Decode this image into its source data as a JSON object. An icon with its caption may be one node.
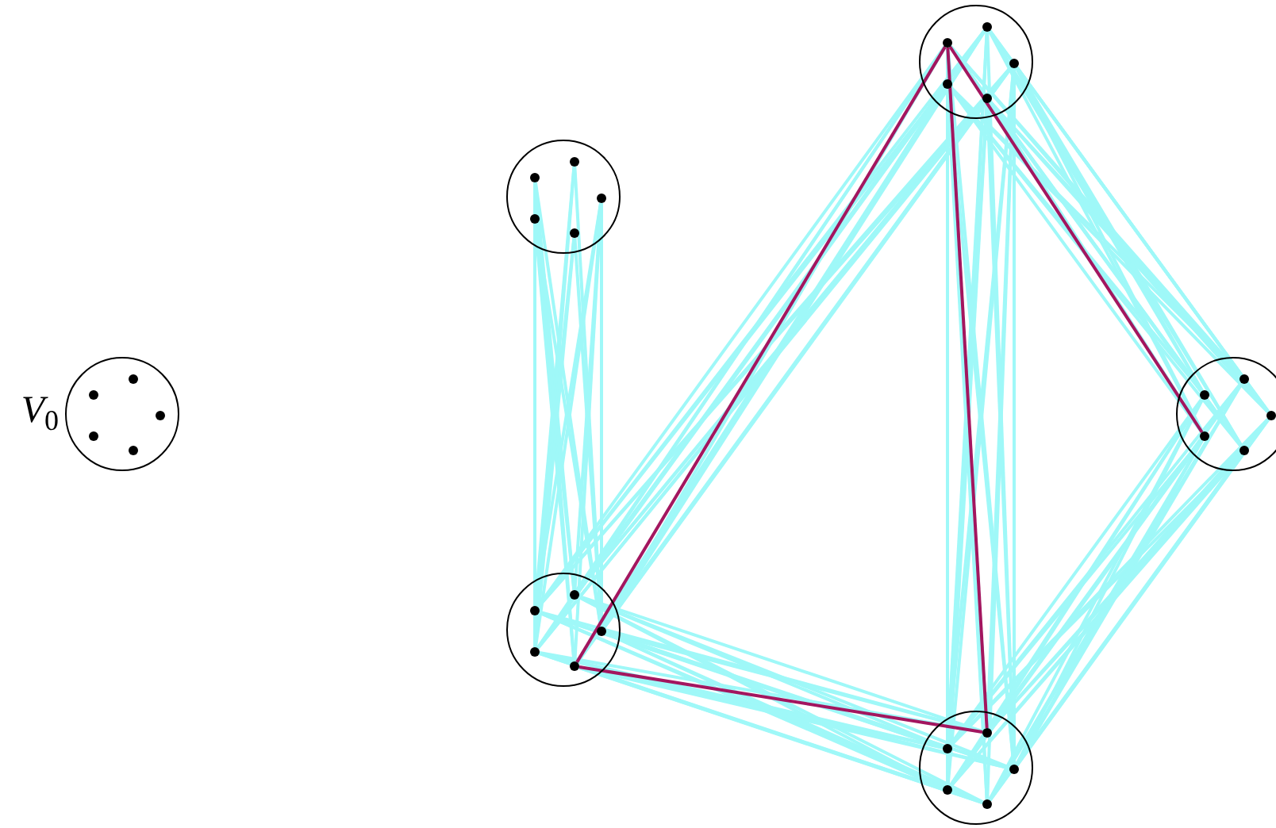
{
  "diagram": {
    "nodes": [
      {
        "text": [],
        "shape": "circle",
        "beside": [
          "*V*$_{0}$"
        ]
      },
      {
        "text": [],
        "shape": "circle",
        "in": 0
      },
      {
        "text": [],
        "shape": "circle",
        "in": 0
      },
      {
        "text": [],
        "shape": "circle",
        "in": 0
      },
      {
        "text": [],
        "shape": "circle",
        "in": 0
      },
      {
        "text": [],
        "shape": "circle",
        "in": 0
      },
      {
        "text": [],
        "shape": "circle"
      },
      {
        "text": [],
        "shape": "circle",
        "in": 6
      },
      {
        "text": [],
        "shape": "circle",
        "in": 6
      },
      {
        "text": [],
        "shape": "circle",
        "in": 6
      },
      {
        "text": [],
        "shape": "circle",
        "in": 6
      },
      {
        "text": [],
        "shape": "circle",
        "in": 6
      },
      {
        "text": [],
        "shape": "circle"
      },
      {
        "text": [],
        "shape": "circle",
        "in": 12
      },
      {
        "text": [],
        "shape": "circle",
        "in": 12
      },
      {
        "text": [],
        "shape": "circle",
        "in": 12
      },
      {
        "text": [],
        "shape": "circle",
        "in": 12
      },
      {
        "text": [],
        "shape": "circle",
        "in": 12
      },
      {
        "text": [],
        "shape": "circle"
      },
      {
        "text": [],
        "shape": "circle",
        "in": 18
      },
      {
        "text": [],
        "shape": "circle",
        "in": 18
      },
      {
        "text": [],
        "shape": "circle",
        "in": 18
      },
      {
        "text": [],
        "shape": "circle",
        "in": 18
      },
      {
        "text": [],
        "shape": "circle",
        "in": 18
      },
      {
        "text": [],
        "shape": "circle"
      },
      {
        "text": [],
        "shape": "circle",
        "in": 24
      },
      {
        "text": [],
        "shape": "circle",
        "in": 24
      },
      {
        "text": [],
        "shape": "circle",
        "in": 24
      },
      {
        "text": [],
        "shape": "circle",
        "in": 24
      },
      {
        "text": [],
        "shape": "circle",
        "in": 24
      },
      {
        "text": [],
        "shape": "circle"
      },
      {
        "text": [],
        "shape": "circle",
        "in": 30
      },
      {
        "text": [],
        "shape": "circle",
        "in": 30
      },
      {
        "text": [],
        "shape": "circle",
        "in": 30
      },
      {
        "text": [],
        "shape": "circle",
        "in": 30
      },
      {
        "text": [],
        "shape": "circle",
        "in": 30
      }
    ],
    "edges": [
      {
        "from": 7,
        "to": 13,
        "arrow": "none"
      },
      {
        "from": 7,
        "to": 14,
        "arrow": "none"
      },
      {
        "from": 7,
        "to": 15,
        "arrow": "none"
      },
      {
        "from": 7,
        "to": 16,
        "arrow": "none"
      },
      {
        "from": 7,
        "to": 17,
        "arrow": "none"
      },
      {
        "from": 8,
        "to": 13,
        "arrow": "none"
      },
      {
        "from": 8,
        "to": 15,
        "arrow": "none"
      },
      {
        "from": 8,
        "to": 16,
        "arrow": "none"
      },
      {
        "from": 9,
        "to": 13,
        "arrow": "none"
      },
      {
        "from": 9,
        "to": 14,
        "arrow": "none"
      },
      {
        "from": 9,
        "to": 15,
        "arrow": "none"
      },
      {
        "from": 9,
        "to": 16,
        "arrow": "none"
      },
      {
        "from": 9,
        "to": 17,
        "arrow": "none"
      },
      {
        "from": 10,
        "to": 13,
        "arrow": "none"
      },
      {
        "from": 10,
        "to": 14,
        "arrow": "none"
      },
      {
        "from": 10,
        "to": 15,
        "arrow": "none"
      },
      {
        "from": 10,
        "to": 16,
        "arrow": "none"
      },
      {
        "from": 10,
        "to": 17,
        "arrow": "none"
      },
      {
        "from": 11,
        "to": 13,
        "arrow": "none"
      },
      {
        "from": 11,
        "to": 15,
        "arrow": "none"
      },
      {
        "from": 11,
        "to": 16,
        "arrow": "none"
      },
      {
        "from": 13,
        "to": 19,
        "arrow": "none"
      },
      {
        "from": 13,
        "to": 20,
        "arrow": "none"
      },
      {
        "from": 13,
        "to": 21,
        "arrow": "none"
      },
      {
        "from": 13,
        "to": 22,
        "arrow": "none"
      },
      {
        "from": 13,
        "to": 23,
        "arrow": "none"
      },
      {
        "from": 14,
        "to": 19,
        "arrow": "none"
      },
      {
        "from": 14,
        "to": 20,
        "arrow": "none"
      },
      {
        "from": 14,
        "to": 21,
        "arrow": "none"
      },
      {
        "from": 14,
        "to": 22,
        "arrow": "none"
      },
      {
        "from": 14,
        "to": 23,
        "arrow": "none"
      },
      {
        "from": 15,
        "to": 19,
        "arrow": "none"
      },
      {
        "from": 15,
        "to": 20,
        "arrow": "none"
      },
      {
        "from": 15,
        "to": 21,
        "arrow": "none"
      },
      {
        "from": 15,
        "to": 22,
        "arrow": "none"
      },
      {
        "from": 15,
        "to": 23,
        "arrow": "none"
      },
      {
        "from": 16,
        "to": 19,
        "arrow": "none"
      },
      {
        "from": 16,
        "to": 20,
        "arrow": "none"
      },
      {
        "from": 16,
        "to": 21,
        "arrow": "none"
      },
      {
        "from": 16,
        "to": 22,
        "arrow": "none"
      },
      {
        "from": 16,
        "to": 23,
        "arrow": "none"
      },
      {
        "from": 17,
        "to": 20,
        "arrow": "none"
      },
      {
        "from": 17,
        "to": 21,
        "arrow": "none"
      },
      {
        "from": 17,
        "to": 22,
        "arrow": "none"
      },
      {
        "from": 17,
        "to": 23,
        "arrow": "none"
      },
      {
        "from": 13,
        "to": 31,
        "arrow": "none"
      },
      {
        "from": 13,
        "to": 32,
        "arrow": "none"
      },
      {
        "from": 13,
        "to": 33,
        "arrow": "none"
      },
      {
        "from": 13,
        "to": 34,
        "arrow": "none"
      },
      {
        "from": 13,
        "to": 35,
        "arrow": "none"
      },
      {
        "from": 14,
        "to": 31,
        "arrow": "none"
      },
      {
        "from": 14,
        "to": 32,
        "arrow": "none"
      },
      {
        "from": 14,
        "to": 33,
        "arrow": "none"
      },
      {
        "from": 14,
        "to": 34,
        "arrow": "none"
      },
      {
        "from": 14,
        "to": 35,
        "arrow": "none"
      },
      {
        "from": 15,
        "to": 31,
        "arrow": "none"
      },
      {
        "from": 15,
        "to": 32,
        "arrow": "none"
      },
      {
        "from": 15,
        "to": 33,
        "arrow": "none"
      },
      {
        "from": 15,
        "to": 34,
        "arrow": "none"
      },
      {
        "from": 15,
        "to": 35,
        "arrow": "none"
      },
      {
        "from": 16,
        "to": 31,
        "arrow": "none"
      },
      {
        "from": 16,
        "to": 32,
        "arrow": "none"
      },
      {
        "from": 16,
        "to": 33,
        "arrow": "none"
      },
      {
        "from": 16,
        "to": 34,
        "arrow": "none"
      },
      {
        "from": 16,
        "to": 35,
        "arrow": "none"
      },
      {
        "from": 17,
        "to": 31,
        "arrow": "none"
      },
      {
        "from": 17,
        "to": 33,
        "arrow": "none"
      },
      {
        "from": 17,
        "to": 34,
        "arrow": "none"
      },
      {
        "from": 17,
        "to": 35,
        "arrow": "none"
      },
      {
        "from": 19,
        "to": 31,
        "arrow": "none"
      },
      {
        "from": 19,
        "to": 33,
        "arrow": "none"
      },
      {
        "from": 19,
        "to": 34,
        "arrow": "none"
      },
      {
        "from": 19,
        "to": 35,
        "arrow": "none"
      },
      {
        "from": 20,
        "to": 31,
        "arrow": "none"
      },
      {
        "from": 20,
        "to": 33,
        "arrow": "none"
      },
      {
        "from": 20,
        "to": 34,
        "arrow": "none"
      },
      {
        "from": 21,
        "to": 31,
        "arrow": "none"
      },
      {
        "from": 21,
        "to": 32,
        "arrow": "none"
      },
      {
        "from": 21,
        "to": 33,
        "arrow": "none"
      },
      {
        "from": 21,
        "to": 34,
        "arrow": "none"
      },
      {
        "from": 21,
        "to": 35,
        "arrow": "none"
      },
      {
        "from": 22,
        "to": 31,
        "arrow": "none"
      },
      {
        "from": 22,
        "to": 32,
        "arrow": "none"
      },
      {
        "from": 22,
        "to": 33,
        "arrow": "none"
      },
      {
        "from": 22,
        "to": 34,
        "arrow": "none"
      },
      {
        "from": 22,
        "to": 35,
        "arrow": "none"
      },
      {
        "from": 23,
        "to": 31,
        "arrow": "none"
      },
      {
        "from": 23,
        "to": 33,
        "arrow": "none"
      },
      {
        "from": 23,
        "to": 34,
        "arrow": "none"
      },
      {
        "from": 19,
        "to": 25,
        "arrow": "none"
      },
      {
        "from": 19,
        "to": 26,
        "arrow": "none"
      },
      {
        "from": 19,
        "to": 27,
        "arrow": "none"
      },
      {
        "from": 19,
        "to": 29,
        "arrow": "none"
      },
      {
        "from": 20,
        "to": 25,
        "arrow": "none"
      },
      {
        "from": 20,
        "to": 26,
        "arrow": "none"
      },
      {
        "from": 20,
        "to": 27,
        "arrow": "none"
      },
      {
        "from": 20,
        "to": 28,
        "arrow": "none"
      },
      {
        "from": 20,
        "to": 29,
        "arrow": "none"
      },
      {
        "from": 21,
        "to": 25,
        "arrow": "none"
      },
      {
        "from": 21,
        "to": 26,
        "arrow": "none"
      },
      {
        "from": 21,
        "to": 27,
        "arrow": "none"
      },
      {
        "from": 21,
        "to": 28,
        "arrow": "none"
      },
      {
        "from": 21,
        "to": 29,
        "arrow": "none"
      },
      {
        "from": 22,
        "to": 25,
        "arrow": "none"
      },
      {
        "from": 22,
        "to": 26,
        "arrow": "none"
      },
      {
        "from": 22,
        "to": 27,
        "arrow": "none"
      },
      {
        "from": 22,
        "to": 28,
        "arrow": "none"
      },
      {
        "from": 22,
        "to": 29,
        "arrow": "none"
      },
      {
        "from": 23,
        "to": 25,
        "arrow": "none"
      },
      {
        "from": 23,
        "to": 26,
        "arrow": "none"
      },
      {
        "from": 23,
        "to": 27,
        "arrow": "none"
      },
      {
        "from": 23,
        "to": 28,
        "arrow": "none"
      },
      {
        "from": 23,
        "to": 29,
        "arrow": "none"
      },
      {
        "from": 25,
        "to": 31,
        "arrow": "none"
      },
      {
        "from": 25,
        "to": 32,
        "arrow": "none"
      },
      {
        "from": 25,
        "to": 33,
        "arrow": "none"
      },
      {
        "from": 25,
        "to": 34,
        "arrow": "none"
      },
      {
        "from": 25,
        "to": 35,
        "arrow": "none"
      },
      {
        "from": 26,
        "to": 31,
        "arrow": "none"
      },
      {
        "from": 26,
        "to": 32,
        "arrow": "none"
      },
      {
        "from": 26,
        "to": 33,
        "arrow": "none"
      },
      {
        "from": 26,
        "to": 34,
        "arrow": "none"
      },
      {
        "from": 26,
        "to": 35,
        "arrow": "none"
      },
      {
        "from": 27,
        "to": 31,
        "arrow": "none"
      },
      {
        "from": 27,
        "to": 32,
        "arrow": "none"
      },
      {
        "from": 27,
        "to": 33,
        "arrow": "none"
      },
      {
        "from": 27,
        "to": 34,
        "arrow": "none"
      },
      {
        "from": 27,
        "to": 35,
        "arrow": "none"
      },
      {
        "from": 28,
        "to": 31,
        "arrow": "none"
      },
      {
        "from": 28,
        "to": 32,
        "arrow": "none"
      },
      {
        "from": 28,
        "to": 33,
        "arrow": "none"
      },
      {
        "from": 28,
        "to": 34,
        "arrow": "none"
      },
      {
        "from": 28,
        "to": 35,
        "arrow": "none"
      },
      {
        "from": 29,
        "to": 31,
        "arrow": "none"
      },
      {
        "from": 29,
        "to": 32,
        "arrow": "none"
      },
      {
        "from": 29,
        "to": 33,
        "arrow": "none"
      },
      {
        "from": 29,
        "to": 34,
        "arrow": "none"
      },
      {
        "from": 29,
        "to": 35,
        "arrow": "none"
      },
      {
        "from": 19,
        "to": 17,
        "arrow": "none",
        "color": "#a3165f"
      },
      {
        "from": 17,
        "to": 32,
        "arrow": "none",
        "color": "#a3165f"
      },
      {
        "from": 32,
        "to": 19,
        "arrow": "none",
        "color": "#a3165f"
      },
      {
        "from": 19,
        "to": 28,
        "arrow": "none",
        "color": "#a3165f"
      }
    ]
  }
}
